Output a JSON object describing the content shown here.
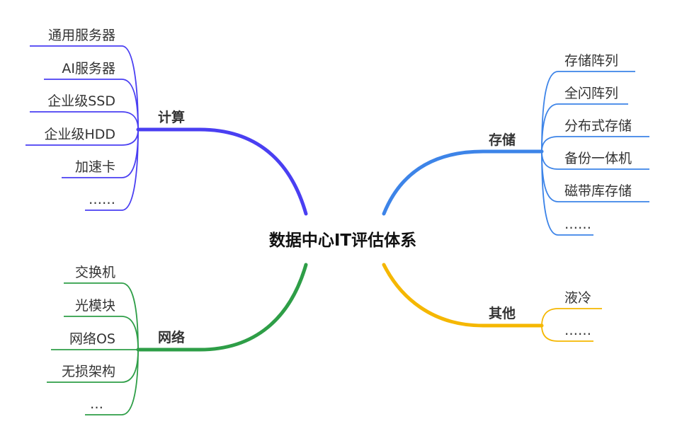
{
  "center": {
    "title": "数据中心IT评估体系"
  },
  "branches": {
    "compute": {
      "label": "计算",
      "color": "#4a3ff2",
      "items": [
        "通用服务器",
        "AI服务器",
        "企业级SSD",
        "企业级HDD",
        "加速卡",
        "……"
      ]
    },
    "storage": {
      "label": "存储",
      "color": "#3d84e8",
      "items": [
        "存储阵列",
        "全闪阵列",
        "分布式存储",
        "备份一体机",
        "磁带库存储",
        "……"
      ]
    },
    "network": {
      "label": "网络",
      "color": "#2e9e47",
      "items": [
        "交换机",
        "光模块",
        "网络OS",
        "无损架构",
        "…"
      ]
    },
    "other": {
      "label": "其他",
      "color": "#f5b700",
      "items": [
        "液冷",
        "……"
      ]
    }
  }
}
